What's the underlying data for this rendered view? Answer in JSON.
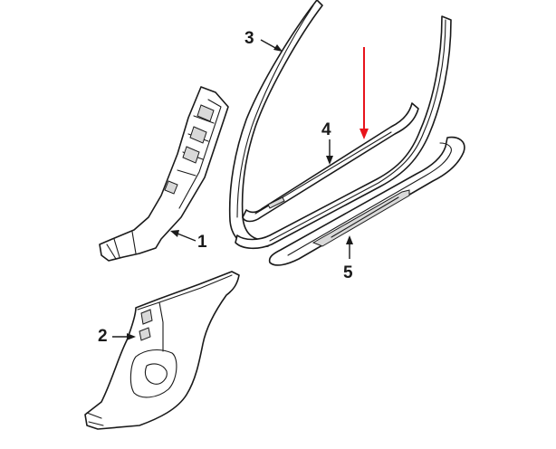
{
  "callouts": [
    {
      "id": "1",
      "label": "1"
    },
    {
      "id": "2",
      "label": "2"
    },
    {
      "id": "3",
      "label": "3"
    },
    {
      "id": "4",
      "label": "4"
    },
    {
      "id": "5",
      "label": "5"
    }
  ],
  "colors": {
    "line": "#1a1a1a",
    "highlight-arrow": "#e8141c",
    "background": "#ffffff"
  }
}
